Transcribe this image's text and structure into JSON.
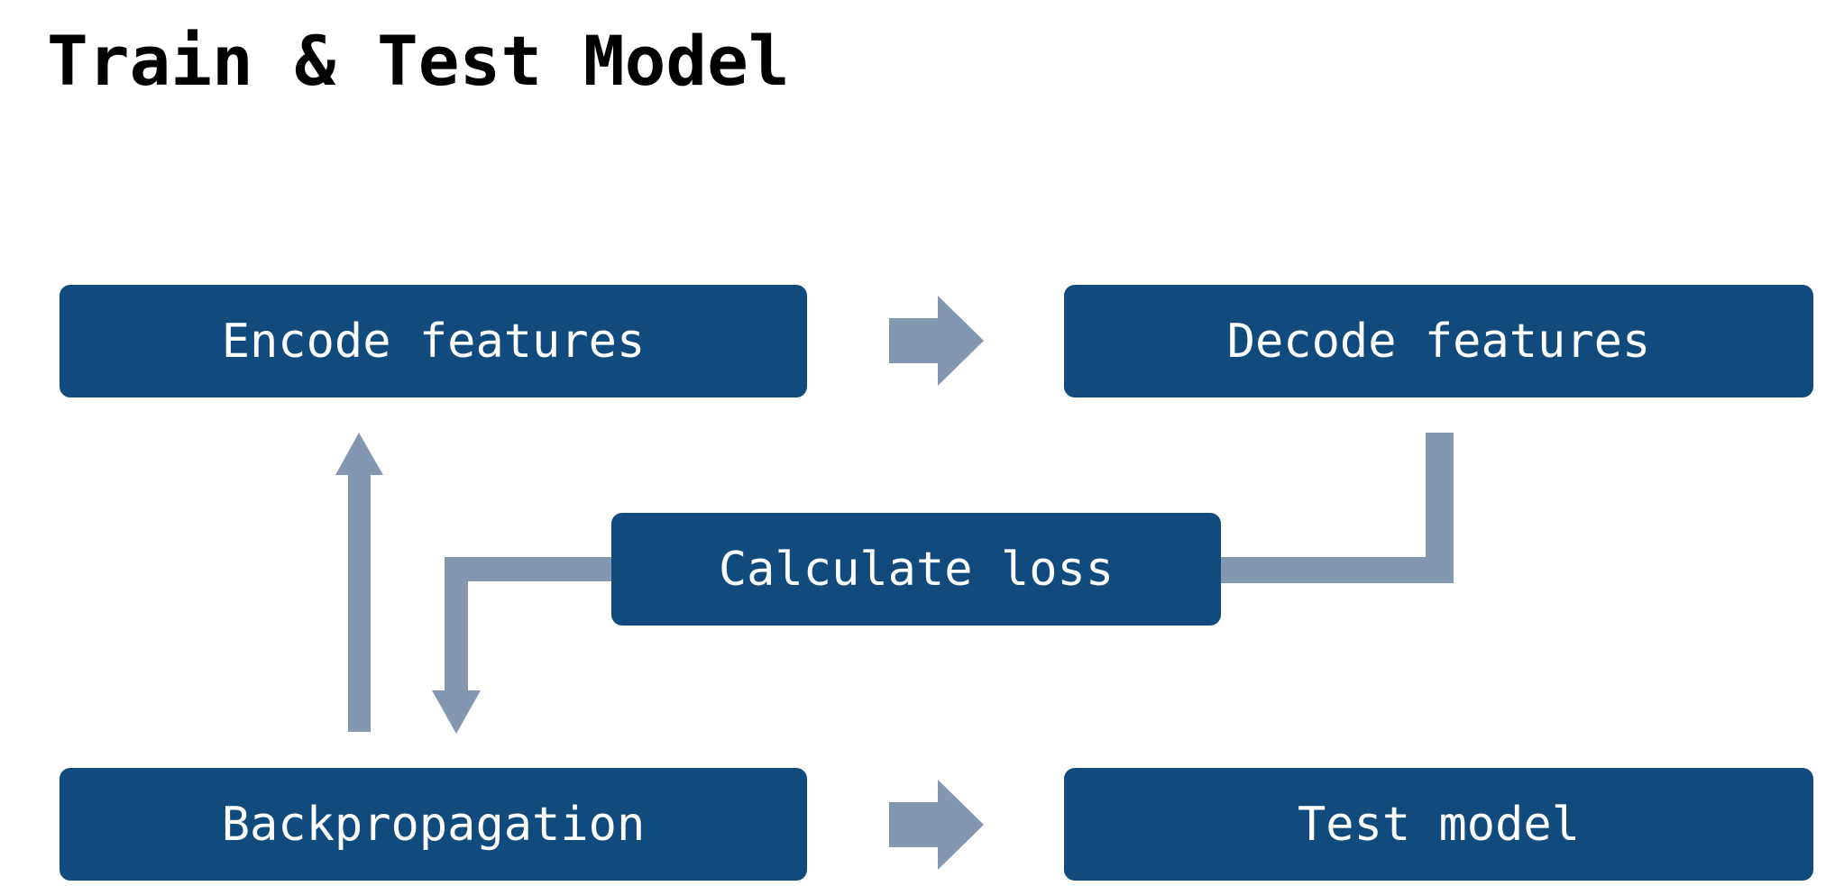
{
  "title": "Train & Test Model",
  "steps": {
    "encode": "Encode features",
    "decode": "Decode features",
    "loss": "Calculate loss",
    "backprop": "Backpropagation",
    "test": "Test model"
  },
  "colors": {
    "box": "#114b7e",
    "box_text": "#ffffff",
    "arrow": "#8497b0",
    "title": "#000000"
  }
}
